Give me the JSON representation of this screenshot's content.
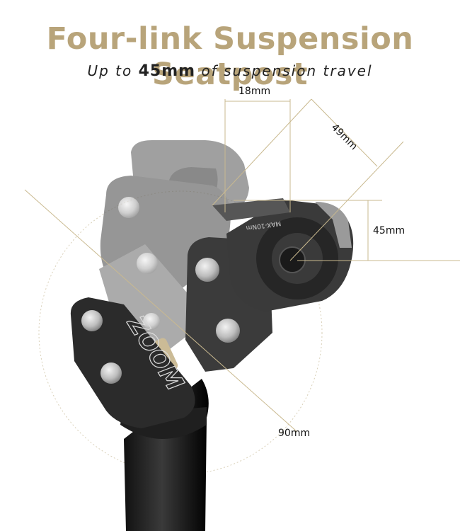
{
  "title": "Four-link Suspension Seatpost",
  "subtitle": {
    "prefix": "Up to",
    "highlight": "45mm",
    "suffix": "of suspension travel"
  },
  "dimensions": {
    "offset": "18mm",
    "diagonal": "49mm",
    "travel": "45mm",
    "radius": "90mm"
  },
  "brand_mark": "ZOOM",
  "clamp_mark": "MAX-10Nm",
  "colors": {
    "title_gold": "#b8a47a",
    "dimension_line": "#c9b98f",
    "metal_dark": "#2e2e2e",
    "metal_ghost": "#8a8a8a",
    "bolt_silver": "#bdbdbd"
  }
}
